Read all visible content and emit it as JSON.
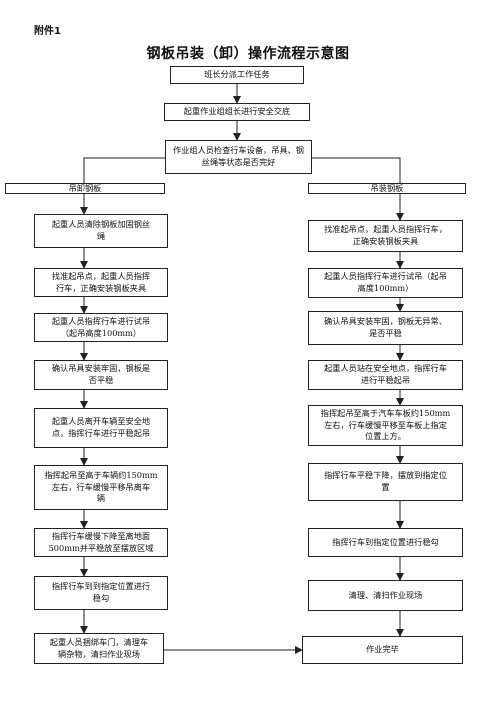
{
  "header": {
    "attachment": "附件1",
    "title": "钢板吊装（卸）操作流程示意图"
  },
  "steps": {
    "s1": "班长分派工作任务",
    "s2": "起重作业组组长进行安全交底",
    "s3": "作业组人员检查行车设备，吊具、钢丝绳等状态是否完好"
  },
  "left": {
    "label": "吊卸钢板",
    "items": [
      "起重人员清除钢板加固钢丝\n绳",
      "找准起吊点，起重人员指挥\n行车，正确安装钢板夹具",
      "起重人员指挥行车进行试吊\n（起吊高度100mm）",
      "确认吊具安装牢固，钢板是\n否平稳",
      "起重人员离开车辆至安全地\n点，指挥行车进行平稳起吊",
      "指挥起吊至高于车辆约150mm\n左右，行车缓慢平移吊离车\n辆",
      "指挥行车缓慢下降至离地面\n500mm并平稳放至摆放区域",
      "指挥行车到到指定位置进行\n稳勾",
      "起重人员捆绑车门，清理车\n辆杂物，清扫作业现场"
    ]
  },
  "right": {
    "label": "吊装钢板",
    "items": [
      "找准起吊点，起重人员指挥行车，\n正确安装钢板夹具",
      "起重人员指挥行车进行试吊（起吊\n高度100mm）",
      "确认吊具安装牢固，钢板无异常、\n是否平稳",
      "起重人员站在安全地点，指挥行车\n进行平稳起吊",
      "指挥起吊至高于汽车车板约150mm\n左右，行车缓慢平移至车板上指定\n位置上方。",
      "指挥行车平稳下降，摆放到指定位\n置",
      "指挥行车到指定位置进行稳勾",
      "清理、清扫作业现场",
      "作业完毕"
    ]
  },
  "style": {
    "line_color": "#222222",
    "box_border": "#222222"
  }
}
